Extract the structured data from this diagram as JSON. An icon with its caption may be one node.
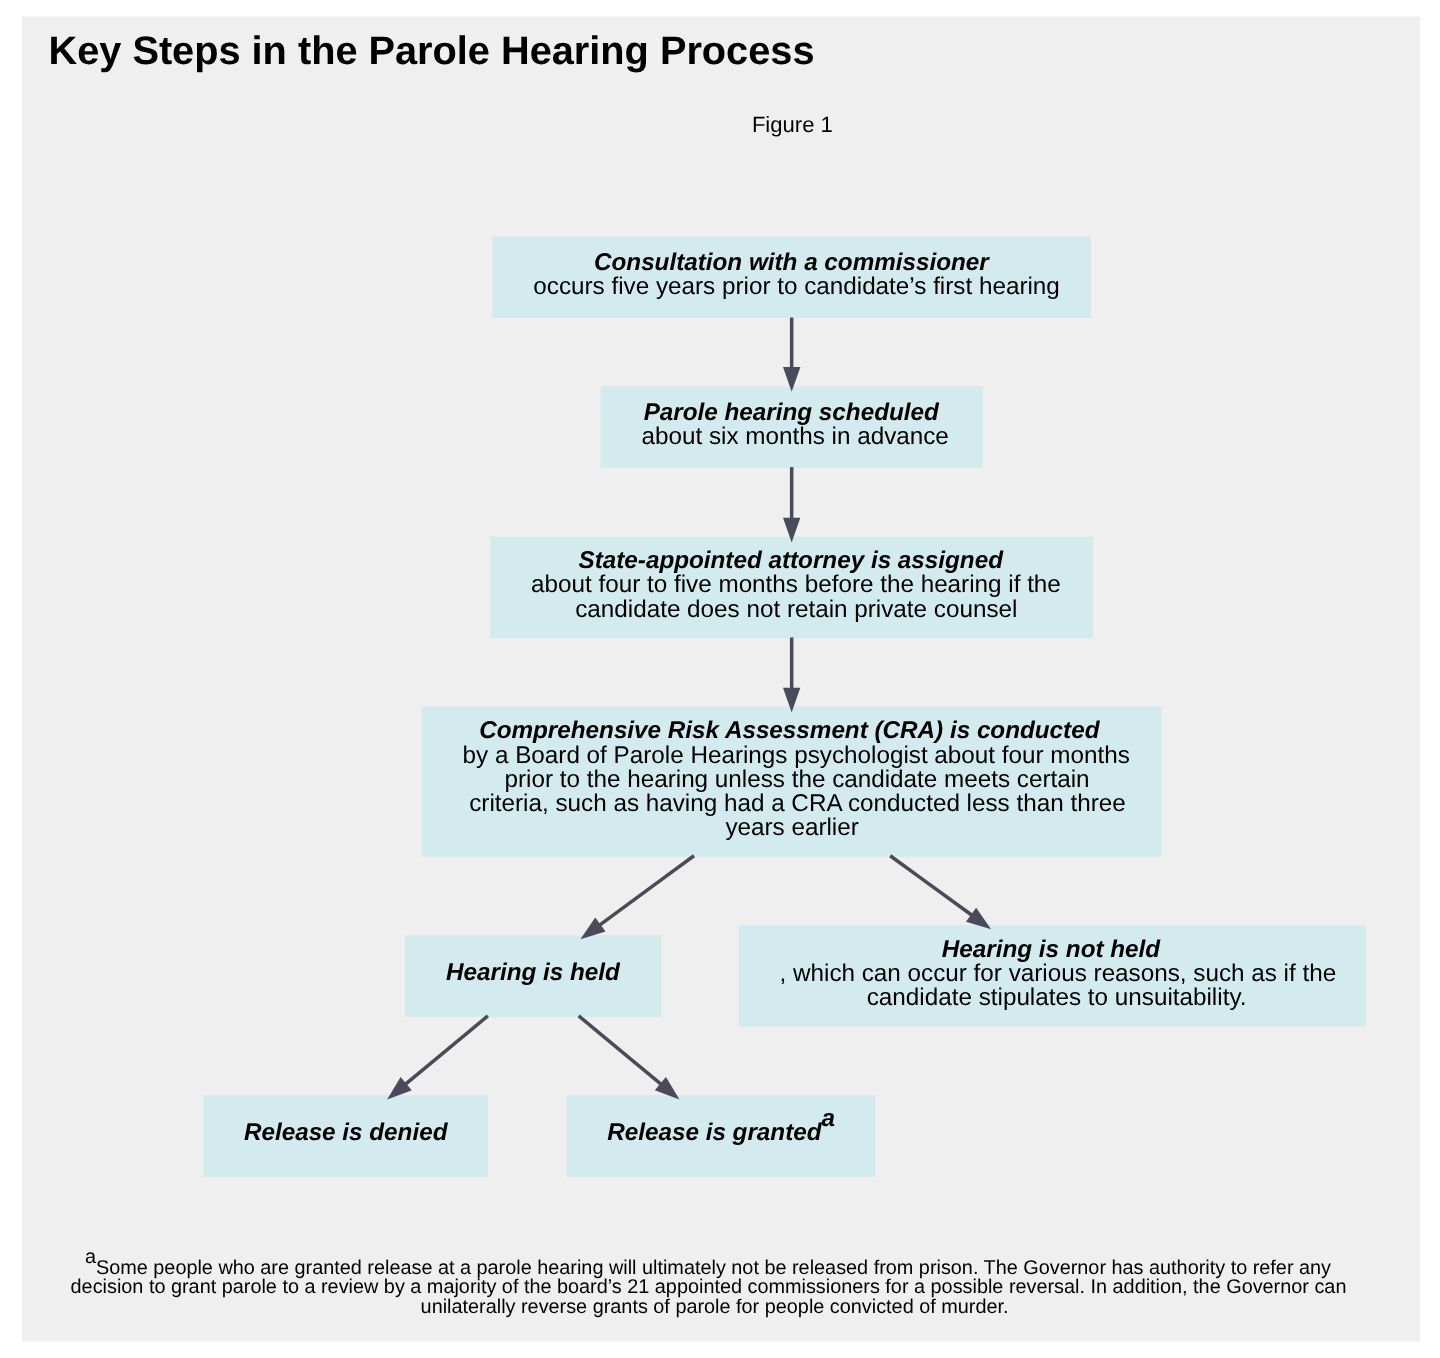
{
  "diagram": {
    "title": "Key Steps in the Parole Hearing Process",
    "nodes": [
      {
        "text": [
          "Consultation with a commissioner",
          "occurs five years prior to candidate’s first hearing"
        ]
      },
      {
        "text": [
          "Parole hearing scheduled",
          "about six months in advance"
        ]
      },
      {
        "text": [
          "State-appointed attorney is assigned",
          "about four to five months before the hearing if the candidate does not retain private counsel"
        ]
      },
      {
        "text": [
          "Comprehensive Risk Assessment (CRA) is conducted",
          "by a Board of Parole Hearings psychologist about four months prior to the hearing unless the candidate meets certain criteria, such as having had a CRA conducted less than three years earlier"
        ]
      },
      {
        "text": [
          "Hearing is held"
        ]
      },
      {
        "text": [
          "Hearing is not held",
          ", which can occur for various reasons, such as if the candidate stipulates to unsuitability."
        ]
      },
      {
        "text": [
          "Release is denied"
        ]
      },
      {
        "text": [
          "Release is granted$^{a}$"
        ]
      }
    ],
    "edges": [
      {
        "from": 0,
        "to": 1,
        "arrow": "to"
      },
      {
        "from": 1,
        "to": 2,
        "arrow": "to"
      },
      {
        "from": 2,
        "to": 3,
        "arrow": "to"
      },
      {
        "from": 3,
        "to": 4,
        "arrow": "to"
      },
      {
        "from": 3,
        "to": 5,
        "arrow": "to"
      },
      {
        "from": 4,
        "to": 6,
        "arrow": "to"
      },
      {
        "from": 4,
        "to": 7,
        "arrow": "to"
      }
    ],
    "labels": [
      "Figure 1",
      "$^{a}$Some people who are granted release at a parole hearing will ultimately not be released from prison. The Governor has authority to refer any decision to grant parole to a review by a majority of the board’s 21 appointed commissioners for a possible reversal. In addition, the Governor can unilaterally reverse grants of parole for people convicted of murder."
    ]
  }
}
